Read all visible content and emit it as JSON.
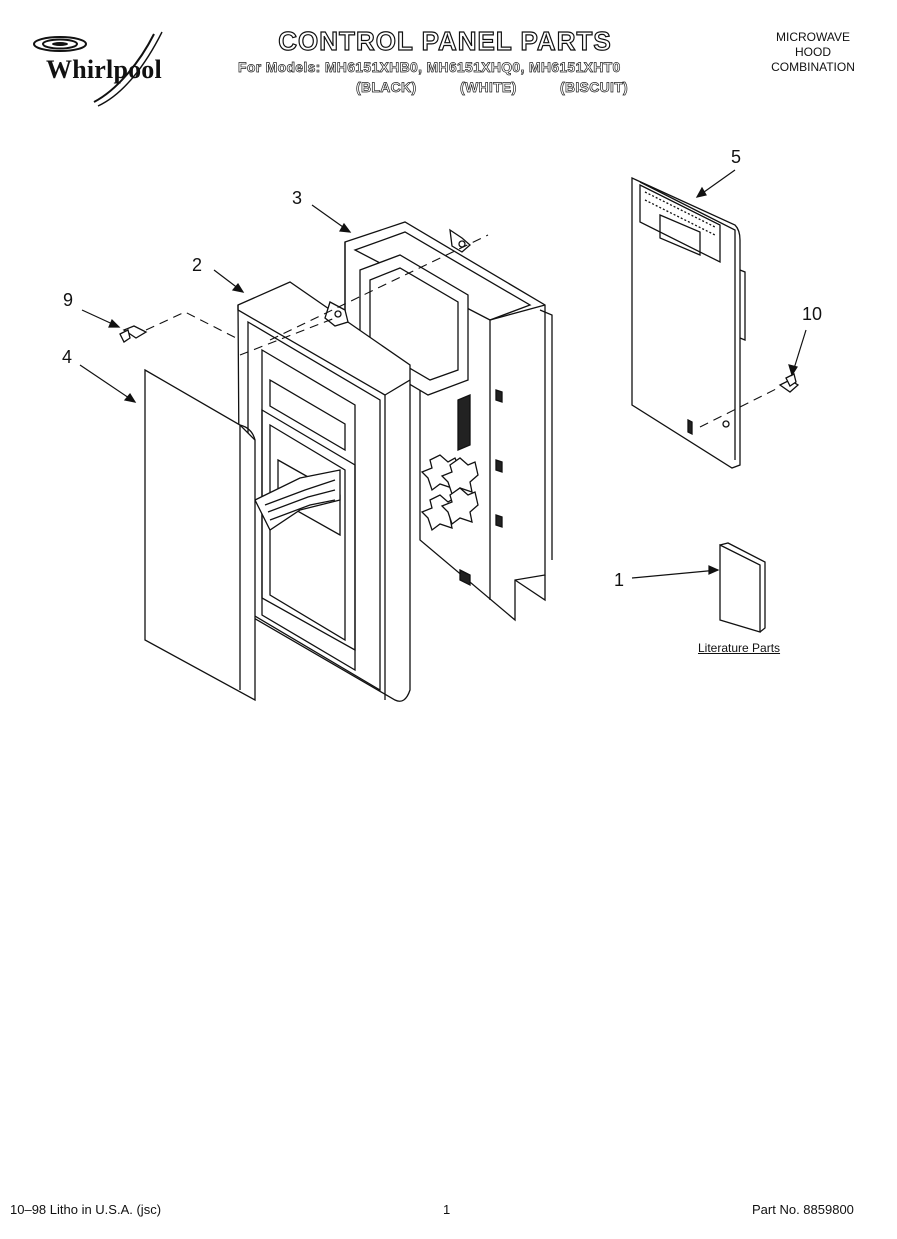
{
  "brand": {
    "name": "Whirlpool"
  },
  "header": {
    "title": "CONTROL PANEL PARTS",
    "models_line": "For Models: MH6151XHB0, MH6151XHQ0, MH6151XHT0",
    "variants": [
      "(BLACK)",
      "(WHITE)",
      "(BISCUIT)"
    ],
    "product_type": [
      "MICROWAVE",
      "HOOD",
      "COMBINATION"
    ]
  },
  "diagram": {
    "callouts": [
      "1",
      "2",
      "3",
      "4",
      "5",
      "9",
      "10"
    ],
    "literature_label": "Literature Parts"
  },
  "footer": {
    "printing": "10–98 Litho in U.S.A. (jsc)",
    "page": "1",
    "part_no": "Part No. 8859800"
  }
}
